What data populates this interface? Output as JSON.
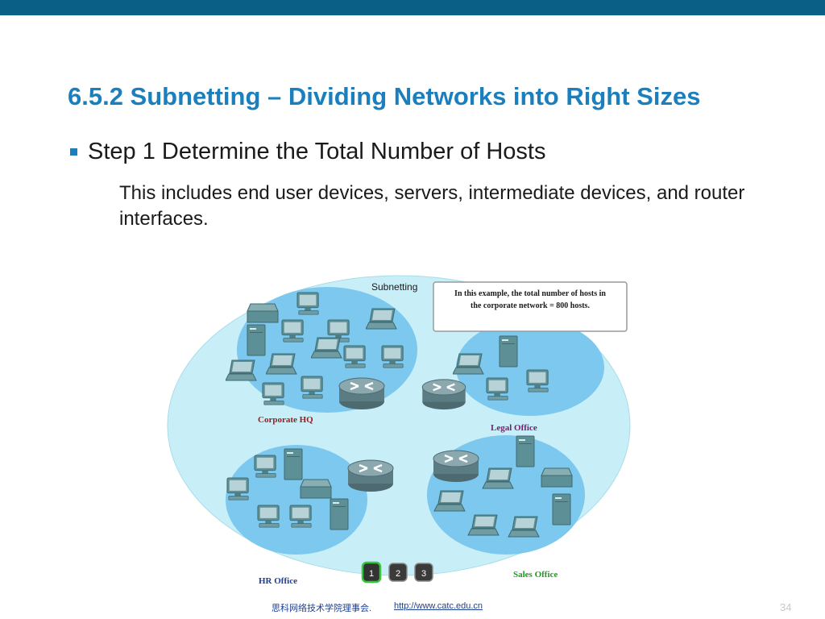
{
  "slide": {
    "title": "6.5.2 Subnetting – Dividing Networks into Right Sizes",
    "bullet": "Step 1 Determine the Total Number of Hosts",
    "sub_text": "This includes end user devices, servers, intermediate devices, and router interfaces."
  },
  "figure": {
    "title": "Subnetting",
    "callout_line1": "In this example, the total number of hosts in",
    "callout_line2": "the corporate network = 800 hosts.",
    "labels": {
      "corporate_hq": "Corporate HQ",
      "legal_office": "Legal Office",
      "hr_office": "HR Office",
      "sales_office": "Sales Office"
    },
    "nav_buttons": [
      "1",
      "2",
      "3"
    ],
    "active_button": "1"
  },
  "footer": {
    "org": "思科网络技术学院理事会.",
    "link": "http://www.catc.edu.cn",
    "page": "34"
  },
  "colors": {
    "top_bar": "#0a5f87",
    "title": "#1b7fbd",
    "cloud": "#c8eef8",
    "site": "#7cc8ef",
    "device": "#5d8f96",
    "corporate_label": "#9b1c1c",
    "legal_label": "#7a1c6e",
    "hr_label": "#1c3f94",
    "sales_label": "#1d9c1d"
  }
}
